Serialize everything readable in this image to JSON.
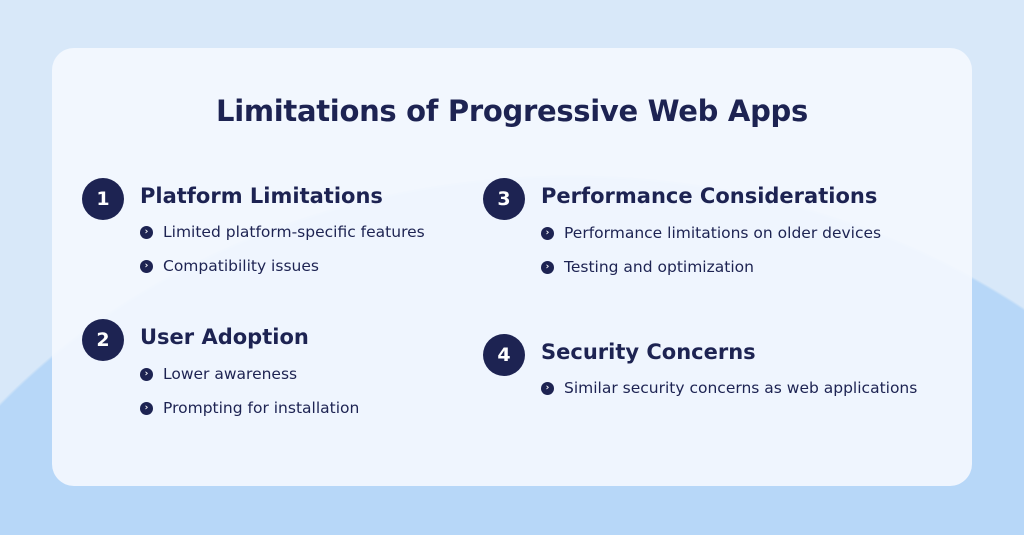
{
  "title": "Limitations of Progressive Web Apps",
  "sections": [
    {
      "number": "1",
      "heading": "Platform Limitations",
      "items": [
        "Limited platform-specific features",
        "Compatibility issues"
      ]
    },
    {
      "number": "2",
      "heading": "User Adoption",
      "items": [
        "Lower awareness",
        "Prompting for installation"
      ]
    },
    {
      "number": "3",
      "heading": "Performance Considerations",
      "items": [
        "Performance limitations on older devices",
        "Testing and optimization"
      ]
    },
    {
      "number": "4",
      "heading": "Security Concerns",
      "items": [
        "Similar security concerns as web applications"
      ]
    }
  ],
  "colors": {
    "navy": "#1d2352",
    "background": "#d8e8f9",
    "arc": "#b7d7f8"
  }
}
